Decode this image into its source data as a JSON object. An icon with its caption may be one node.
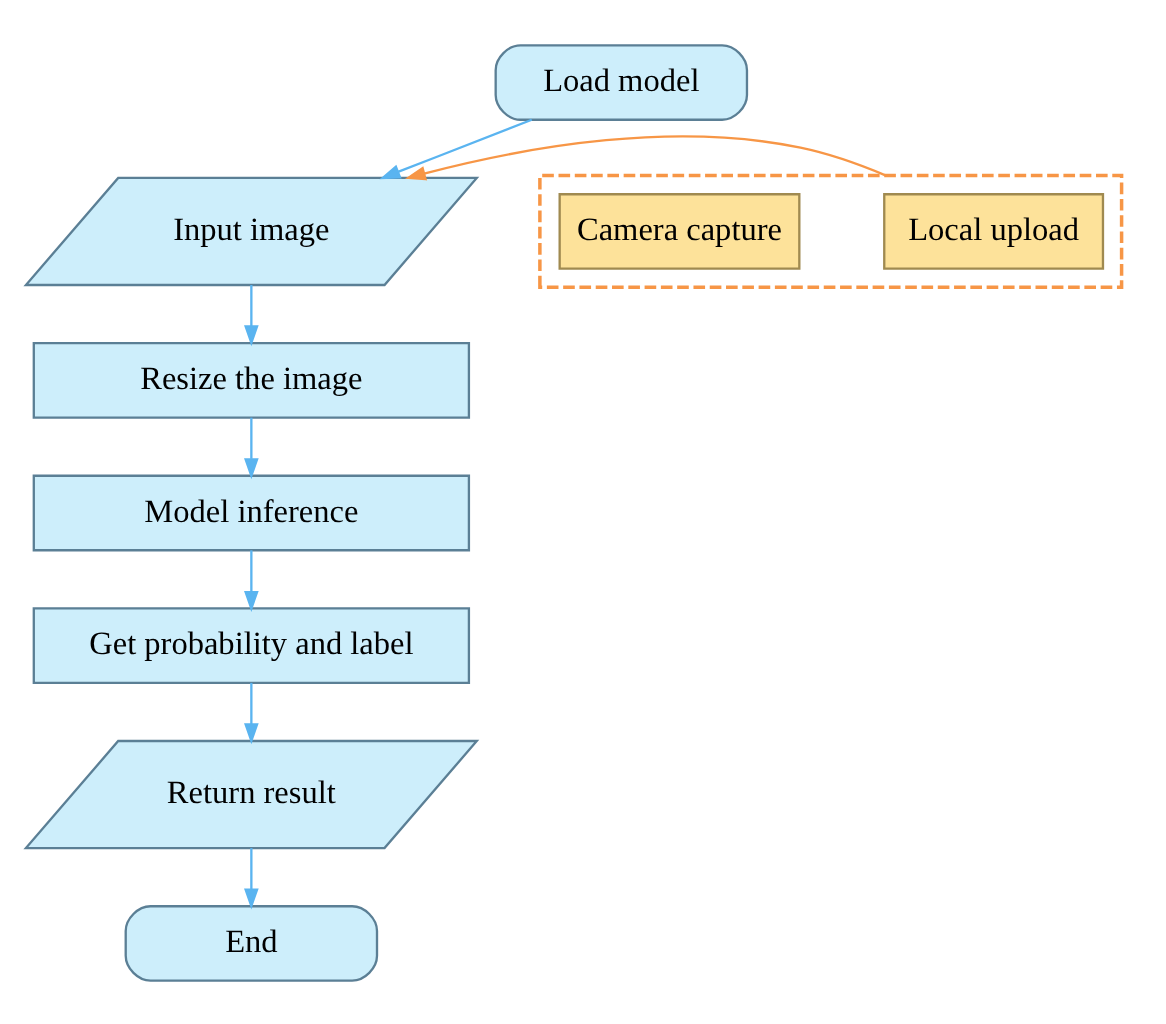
{
  "diagram": {
    "nodes": [
      {
        "text": [
          "Load model"
        ]
      },
      {
        "text": [
          "Input image"
        ]
      },
      {
        "text": [
          "Resize the image"
        ]
      },
      {
        "text": [
          "Model inference"
        ]
      },
      {
        "text": [
          "Get probability and label"
        ]
      },
      {
        "text": [
          "Return result"
        ]
      },
      {
        "text": [
          "End"
        ]
      },
      {
        "text": [],
        "shape": "box"
      },
      {
        "text": [
          "Local upload"
        ],
        "in": 7
      },
      {
        "text": [
          "Camera capture"
        ],
        "in": 7
      }
    ],
    "edges": [
      {
        "from": 0,
        "to": 1,
        "arrow": "to"
      },
      {
        "from": 1,
        "to": 2,
        "arrow": "to"
      },
      {
        "from": 2,
        "to": 3,
        "arrow": "to"
      },
      {
        "from": 3,
        "to": 4,
        "arrow": "to"
      },
      {
        "from": 4,
        "to": 5,
        "arrow": "to"
      },
      {
        "from": 5,
        "to": 6,
        "arrow": "to"
      },
      {
        "from": 7,
        "to": 1,
        "arrow": "to",
        "color": "#f79646"
      }
    ]
  }
}
